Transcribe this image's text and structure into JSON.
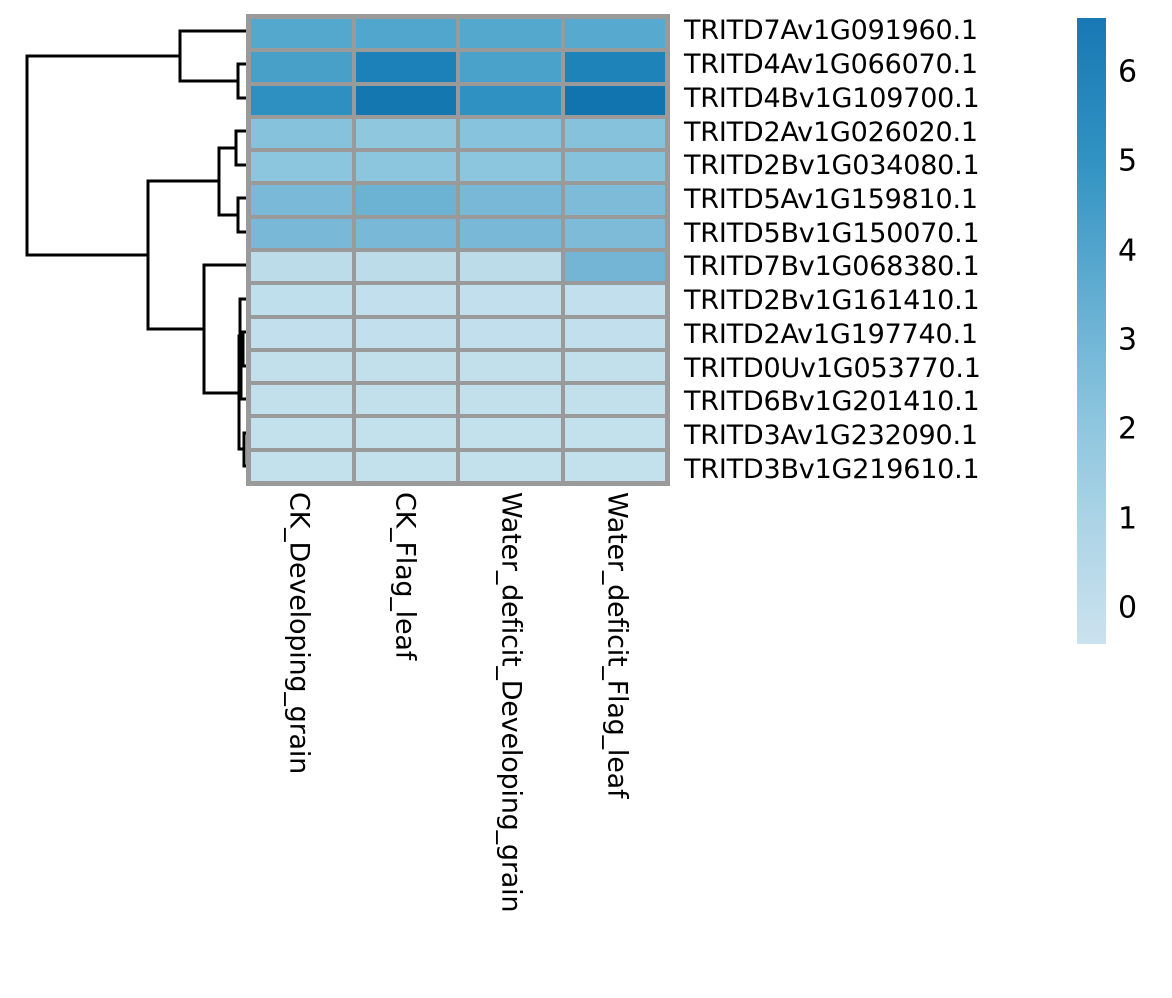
{
  "chart_data": {
    "type": "heatmap",
    "title": "",
    "xlabel": "",
    "ylabel": "",
    "colormap": "blues-light-to-dark",
    "colorbar": {
      "ticks": [
        6,
        5,
        4,
        3,
        2,
        1,
        0
      ],
      "tick_labels": [
        "6",
        "5",
        "4",
        "3",
        "2",
        "1",
        "0"
      ],
      "vmin": -0.4,
      "vmax": 6.6,
      "orientation": "vertical",
      "position": "right",
      "low_color": "#cbe2ef",
      "high_color": "#1878b4"
    },
    "categories": [
      "CK_Developing_grain",
      "CK_Flag_leaf",
      "Water_deficit_Developing_grain",
      "Water_deficit_Flag_leaf"
    ],
    "rows": [
      "TRITD7Av1G091960.1",
      "TRITD4Av1G066070.1",
      "TRITD4Bv1G109700.1",
      "TRITD2Av1G026020.1",
      "TRITD2Bv1G034080.1",
      "TRITD5Av1G159810.1",
      "TRITD5Bv1G150070.1",
      "TRITD7Bv1G068380.1",
      "TRITD2Bv1G161410.1",
      "TRITD2Av1G197740.1",
      "TRITD0Uv1G053770.1",
      "TRITD6Bv1G201410.1",
      "TRITD3Av1G232090.1",
      "TRITD3Bv1G219610.1"
    ],
    "values": [
      [
        3.9,
        3.9,
        3.9,
        3.8
      ],
      [
        3.9,
        5.5,
        4.1,
        5.4
      ],
      [
        4.6,
        5.8,
        4.6,
        5.8
      ],
      [
        2.9,
        2.6,
        2.9,
        2.9
      ],
      [
        2.7,
        2.7,
        2.7,
        2.9
      ],
      [
        3.1,
        3.4,
        3.1,
        3.0
      ],
      [
        3.1,
        3.1,
        3.1,
        3.0
      ],
      [
        1.1,
        1.1,
        1.1,
        3.2
      ],
      [
        1.0,
        1.0,
        1.0,
        1.0
      ],
      [
        1.0,
        1.0,
        1.0,
        1.0
      ],
      [
        1.0,
        1.0,
        1.0,
        1.0
      ],
      [
        1.0,
        1.0,
        1.0,
        1.0
      ],
      [
        1.0,
        1.0,
        1.0,
        1.0
      ],
      [
        1.0,
        1.0,
        1.0,
        1.0
      ]
    ],
    "cell_colors": [
      [
        "#54a8ce",
        "#51a6cd",
        "#54a8ce",
        "#57a9cf"
      ],
      [
        "#48a0c9",
        "#1c81b8",
        "#4aa2ca",
        "#1e83b9"
      ],
      [
        "#2e90c1",
        "#1477b0",
        "#2f91c2",
        "#1274ae"
      ],
      [
        "#86c2dc",
        "#8fc7df",
        "#88c3dd",
        "#86c2dc"
      ],
      [
        "#8cc5de",
        "#8cc5de",
        "#8cc5de",
        "#86c2dc"
      ],
      [
        "#7ab9d7",
        "#6cb2d3",
        "#79b8d6",
        "#7dbbd8"
      ],
      [
        "#79b8d6",
        "#79b8d6",
        "#79b8d6",
        "#7dbbd8"
      ],
      [
        "#bcdcea",
        "#bcdcea",
        "#bcdcea",
        "#74b5d5"
      ],
      [
        "#c0dfec",
        "#c1dfec",
        "#c1dfec",
        "#c1dfec"
      ],
      [
        "#c1dfec",
        "#c1dfec",
        "#c1dfec",
        "#c1dfec"
      ],
      [
        "#c2e0ec",
        "#c2e0ec",
        "#c2e0ec",
        "#c2e0ec"
      ],
      [
        "#c2e0ec",
        "#c2e0ec",
        "#c2e0ec",
        "#c2e0ec"
      ],
      [
        "#c3e0ed",
        "#c3e0ed",
        "#c3e0ed",
        "#c3e0ed"
      ],
      [
        "#c3e0ed",
        "#c3e0ed",
        "#c3e0ed",
        "#c3e0ed"
      ]
    ],
    "grid_color": "#9a9a9a",
    "dendrogram": {
      "orientation": "left",
      "leaf_count": 14,
      "line_color": "#000000"
    }
  }
}
